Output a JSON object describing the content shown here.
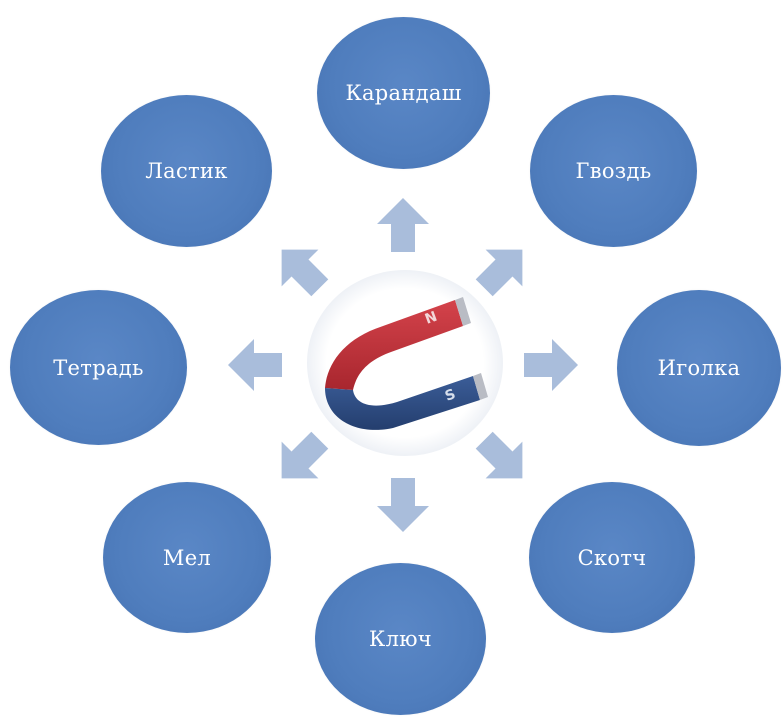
{
  "diagram": {
    "center": {
      "icon": "horseshoe-magnet-icon",
      "pole_north": "N",
      "pole_south": "S",
      "colors": {
        "north": "#c0323a",
        "south": "#2f4e86",
        "tip": "#b9bcc4"
      }
    },
    "nodes": [
      {
        "id": "top",
        "label": "Карандаш"
      },
      {
        "id": "top-right",
        "label": "Гвоздь"
      },
      {
        "id": "right",
        "label": "Иголка"
      },
      {
        "id": "bottom-right",
        "label": "Скотч"
      },
      {
        "id": "bottom",
        "label": "Ключ"
      },
      {
        "id": "bottom-left",
        "label": "Мел"
      },
      {
        "id": "left",
        "label": "Тетрадь"
      },
      {
        "id": "top-left",
        "label": "Ластик"
      }
    ],
    "colors": {
      "node_fill": "#4f7dbd",
      "arrow_fill": "#a9bddb",
      "node_text": "#ffffff"
    }
  }
}
